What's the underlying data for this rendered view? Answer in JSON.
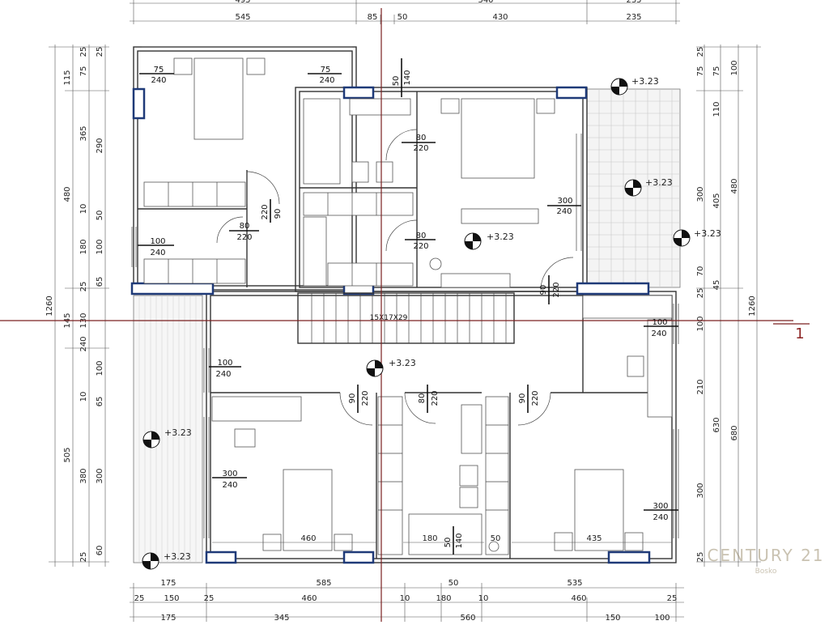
{
  "axis_label": "1",
  "stair_label": "15X17X29",
  "brand": {
    "name": "CENTURY 21",
    "sub": "Bosko"
  },
  "level_marks": [
    "+3.23",
    "+3.23",
    "+3.23",
    "+3.23",
    "+3.23",
    "+3.23",
    "+3.23"
  ],
  "top_dims_row1": [
    "495",
    "540",
    "235"
  ],
  "top_dims_row2": [
    "545",
    "85",
    "50",
    "430",
    "235"
  ],
  "bottom_dims_row1": [
    "175",
    "585",
    "50",
    "535"
  ],
  "bottom_dims_row2": [
    "25",
    "150",
    "25",
    "460",
    "10",
    "180",
    "10",
    "460",
    "25"
  ],
  "bottom_dims_row3": [
    "175",
    "345",
    "560",
    "150",
    "100"
  ],
  "left_dims_outer": [
    "1260"
  ],
  "left_dims_mid": [
    "115",
    "480",
    "145",
    "505"
  ],
  "left_dims_inner1": [
    "25",
    "75",
    "365",
    "10",
    "180",
    "25",
    "130",
    "240",
    "10",
    "380",
    "25"
  ],
  "left_dims_inner2": [
    "25",
    "290",
    "50",
    "100",
    "65",
    "100",
    "65",
    "300",
    "60"
  ],
  "right_dims_outer": [
    "1260"
  ],
  "right_dims_mid": [
    "100",
    "480",
    "680"
  ],
  "right_dims_inner1": [
    "75",
    "110",
    "405",
    "45",
    "630"
  ],
  "right_dims_inner2": [
    "25",
    "75",
    "300",
    "70",
    "25",
    "100",
    "210",
    "300",
    "25"
  ],
  "openings": [
    {
      "w": "75",
      "h": "240"
    },
    {
      "w": "75",
      "h": "240"
    },
    {
      "w": "50",
      "h": "140"
    },
    {
      "w": "80",
      "h": "220"
    },
    {
      "w": "300",
      "h": "240"
    },
    {
      "w": "90",
      "h": "220"
    },
    {
      "w": "80",
      "h": "220"
    },
    {
      "w": "100",
      "h": "240"
    },
    {
      "w": "80",
      "h": "220"
    },
    {
      "w": "90",
      "h": "220"
    },
    {
      "w": "100",
      "h": "240"
    },
    {
      "w": "100",
      "h": "240"
    },
    {
      "w": "90",
      "h": "220"
    },
    {
      "w": "80",
      "h": "220"
    },
    {
      "w": "90",
      "h": "220"
    },
    {
      "w": "300",
      "h": "240"
    },
    {
      "w": "300",
      "h": "240"
    },
    {
      "w": "50",
      "h": "140"
    }
  ],
  "inner_dims": [
    "460",
    "180",
    "50",
    "435"
  ]
}
